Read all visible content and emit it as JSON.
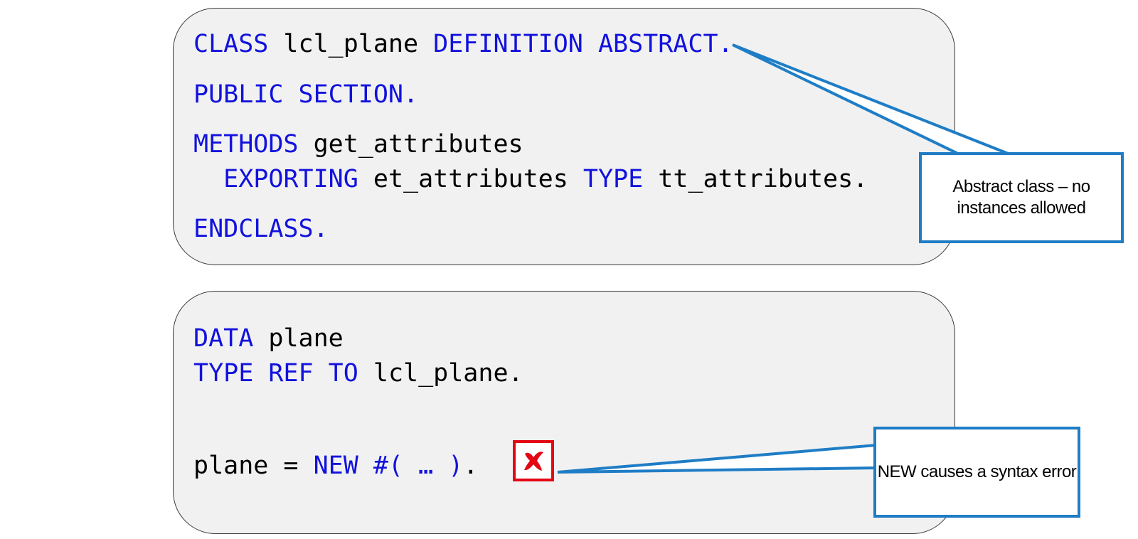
{
  "code_block_1": {
    "line1": {
      "kw1": "CLASS",
      "ident": " lcl_plane ",
      "kw2": "DEFINITION ABSTRACT."
    },
    "line2": {
      "kw1": "PUBLIC SECTION."
    },
    "line3": {
      "kw1": "METHODS",
      "ident": " get_attributes"
    },
    "line4": {
      "indent": "  ",
      "kw1": "EXPORTING",
      "ident1": " et_attributes ",
      "kw2": "TYPE",
      "ident2": " tt_attributes."
    },
    "line5": {
      "kw1": "ENDCLASS."
    }
  },
  "code_block_2": {
    "line1": {
      "kw1": "DATA",
      "ident": " plane"
    },
    "line2": {
      "kw1": "TYPE REF TO",
      "ident": " lcl_plane."
    },
    "line3": {
      "ident1": "plane = ",
      "kw1": "NEW #( … )",
      "ident2": "."
    }
  },
  "callouts": {
    "abstract_note": "Abstract class – no instances allowed",
    "new_error_note": "NEW causes a syntax error"
  },
  "icons": {
    "error": "error-x-icon"
  },
  "colors": {
    "keyword": "#1212dd",
    "callout_border": "#1f7dc6",
    "error_red": "#e30613",
    "code_box_fill": "#f1f1f1"
  }
}
